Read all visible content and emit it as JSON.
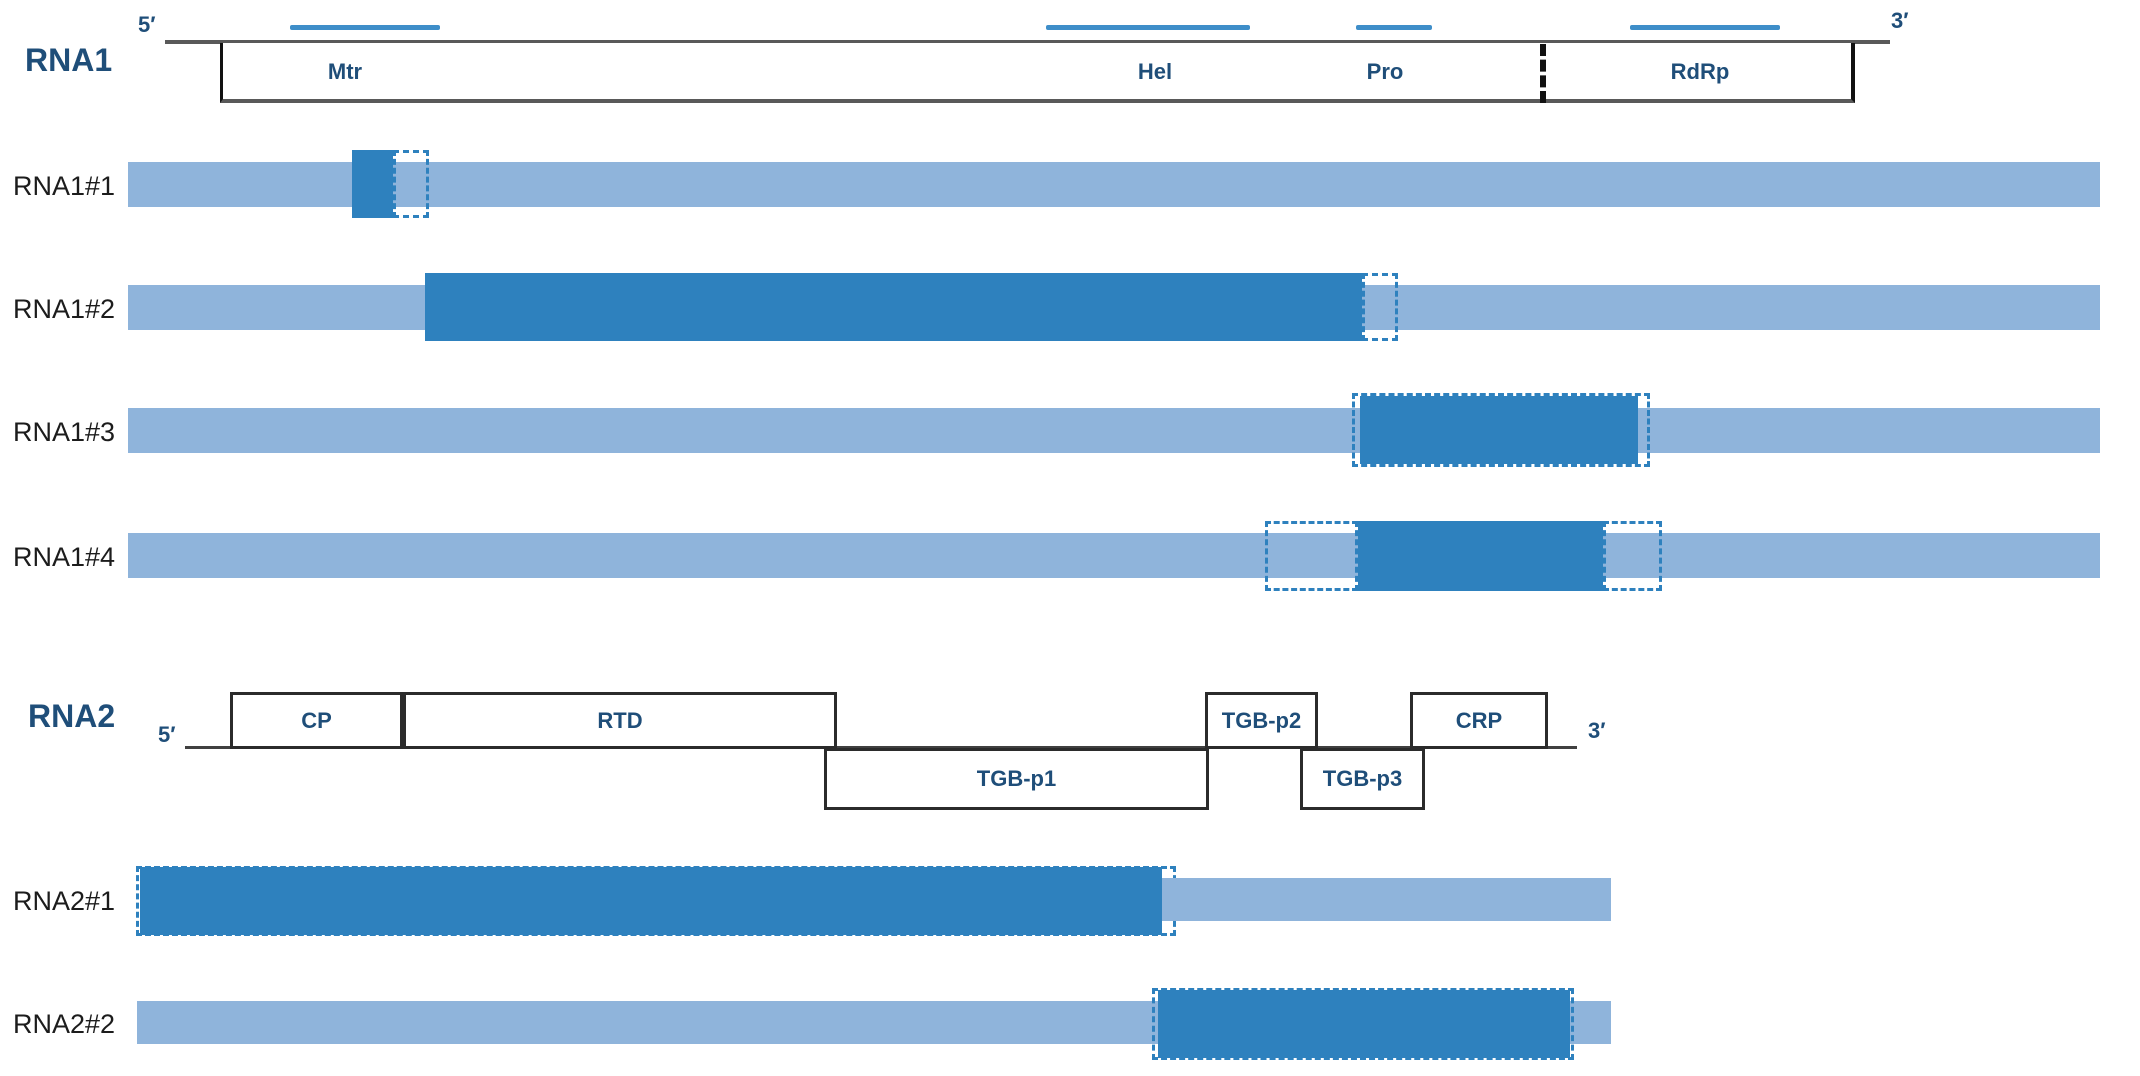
{
  "figure": {
    "description": "Genome maps of RNA1 and RNA2 with protein domain boxes and construct bars showing targeted (dark) and flanking dashed regions",
    "colors": {
      "dark_blue_fill": "#2E81BE",
      "light_blue_fill": "#8FB4DB",
      "coverage_line_blue": "#3E8EC9",
      "navy_text": "#1F4E79",
      "backbone_gray": "#595959",
      "row_label_black": "#1c1c1c"
    },
    "rna1": {
      "title": "RNA1",
      "five_prime": "5′",
      "three_prime": "3′",
      "domains": {
        "mtr": "Mtr",
        "hel": "Hel",
        "pro": "Pro",
        "rdrp": "RdRp"
      },
      "constructs": [
        {
          "label": "RNA1#1"
        },
        {
          "label": "RNA1#2"
        },
        {
          "label": "RNA1#3"
        },
        {
          "label": "RNA1#4"
        }
      ]
    },
    "rna2": {
      "title": "RNA2",
      "five_prime": "5′",
      "three_prime": "3′",
      "domains": {
        "cp": "CP",
        "rtd": "RTD",
        "tgb_p1": "TGB-p1",
        "tgb_p2": "TGB-p2",
        "tgb_p3": "TGB-p3",
        "crp": "CRP"
      },
      "constructs": [
        {
          "label": "RNA2#1"
        },
        {
          "label": "RNA2#2"
        }
      ]
    }
  }
}
